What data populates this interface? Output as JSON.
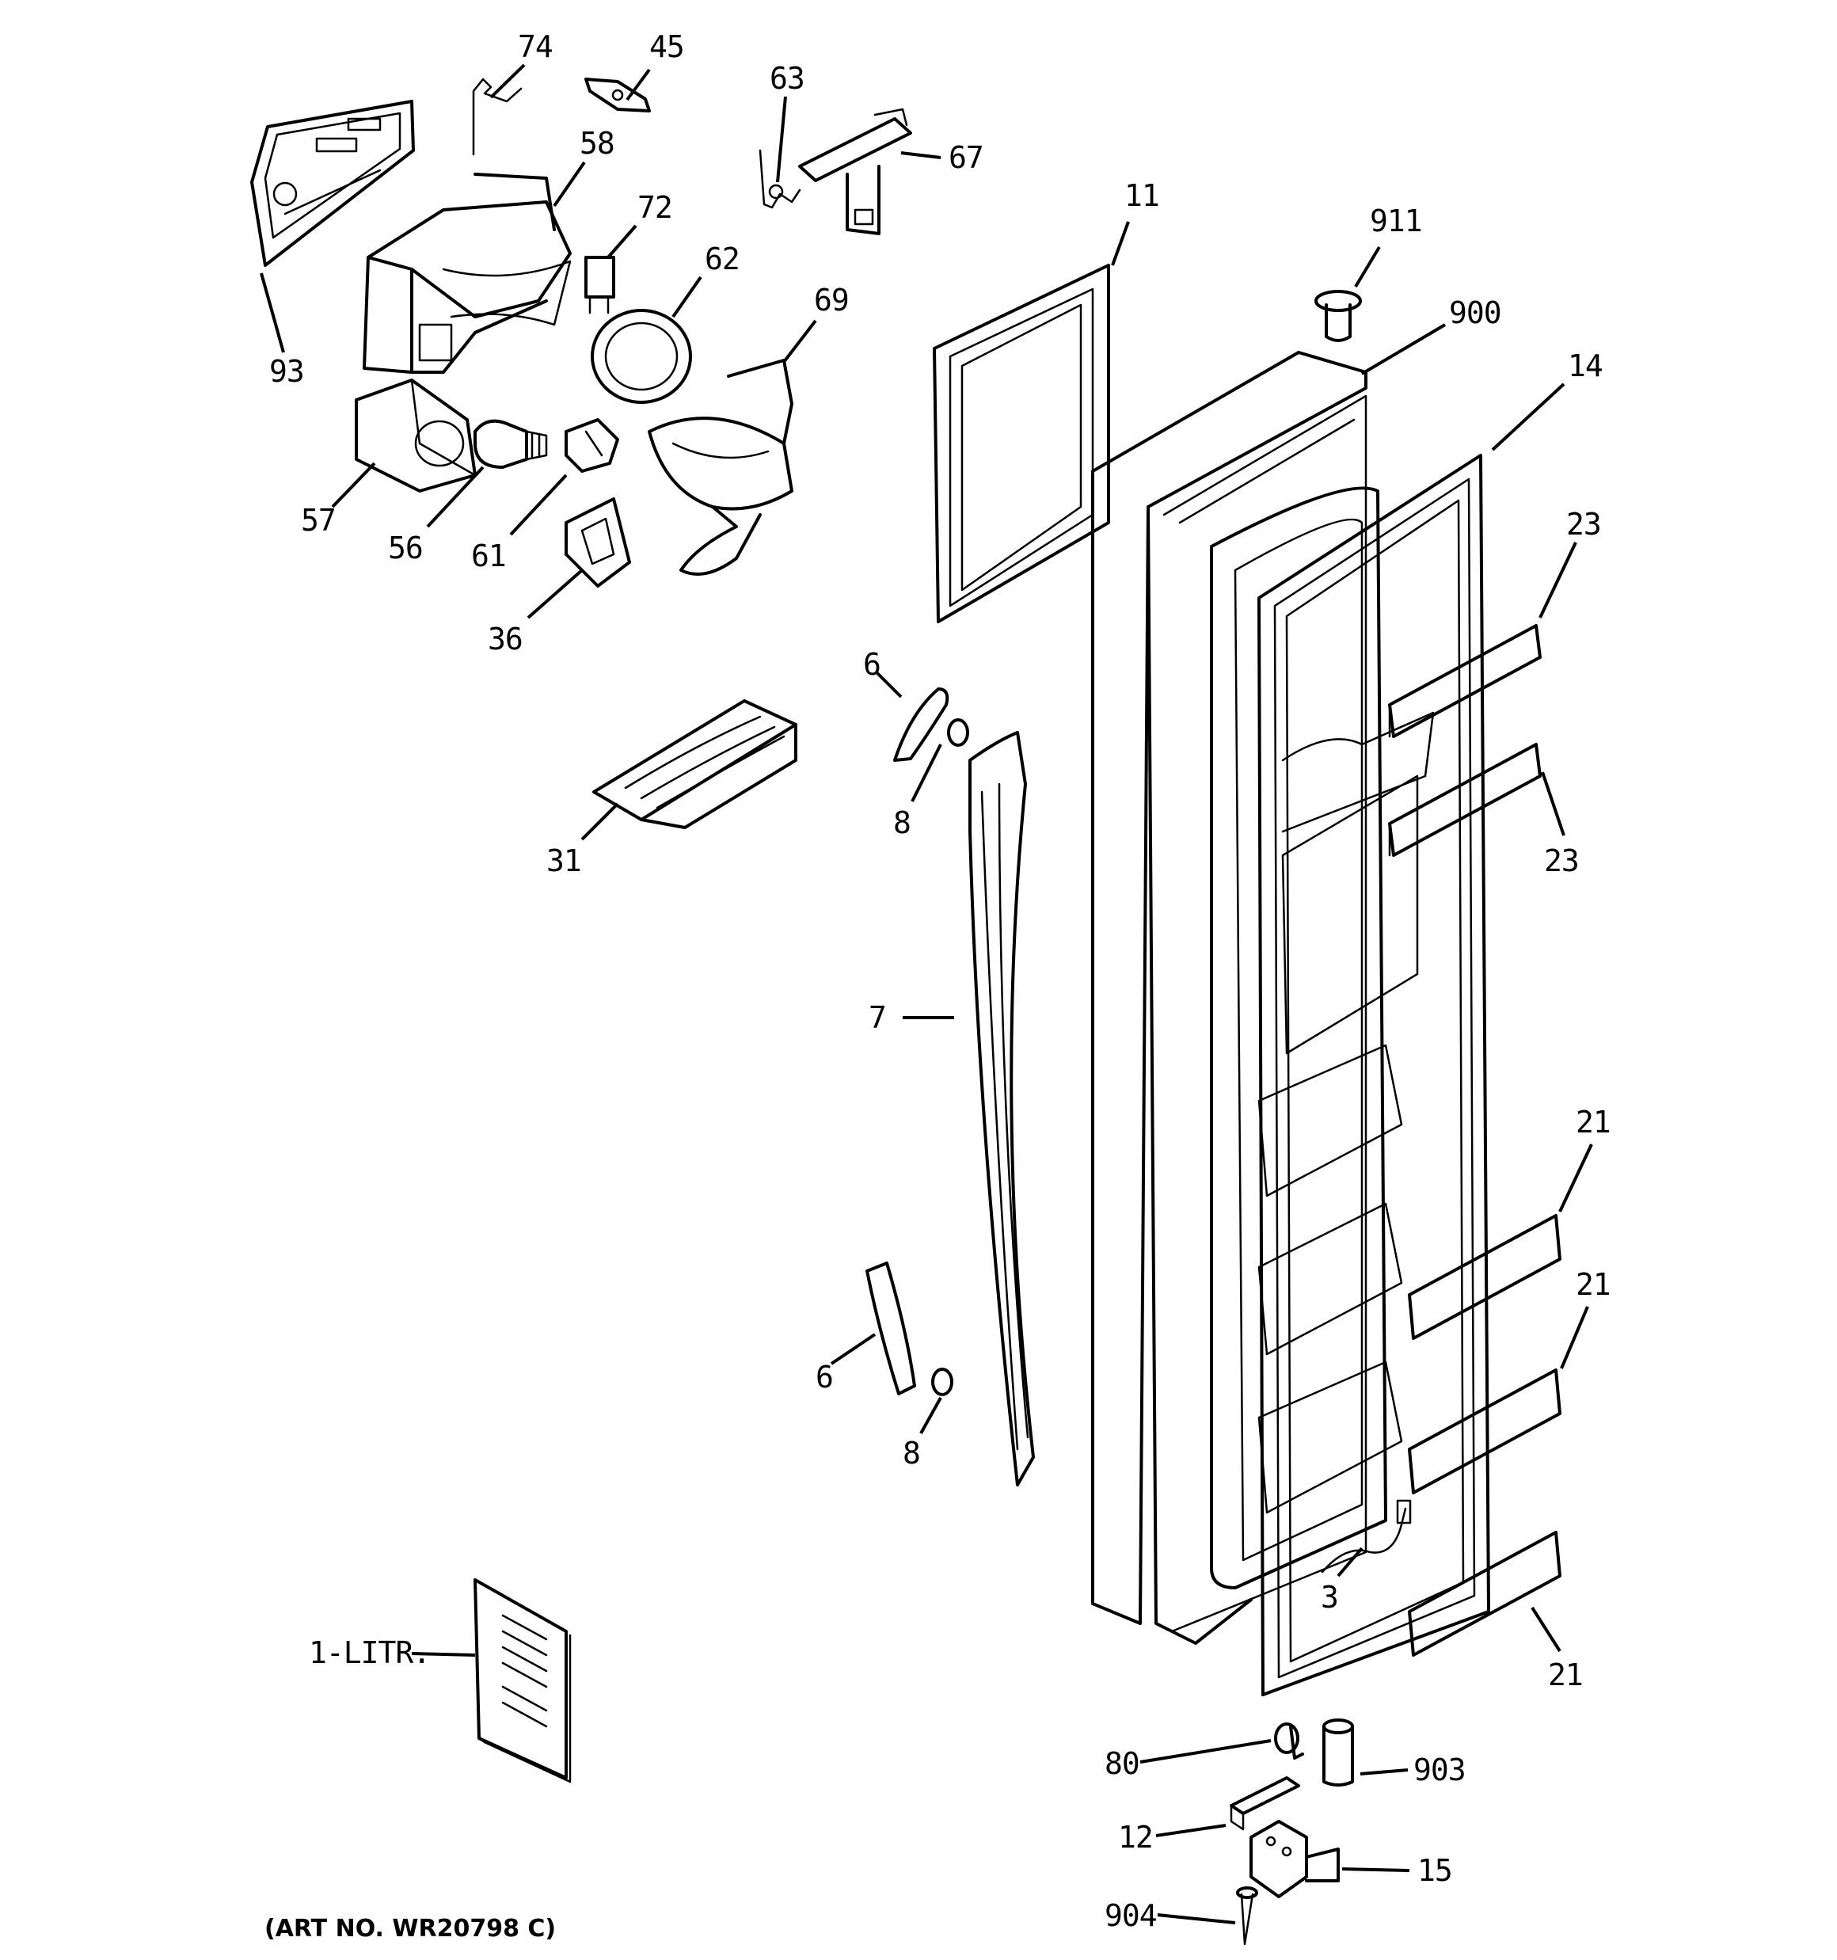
{
  "diagram": {
    "callouts": {
      "c74": "74",
      "c45": "45",
      "c63": "63",
      "c67": "67",
      "c58": "58",
      "c72": "72",
      "c62": "62",
      "c69": "69",
      "c93": "93",
      "c57": "57",
      "c56": "56",
      "c61": "61",
      "c36": "36",
      "c31": "31",
      "c11": "11",
      "c911": "911",
      "c900": "900",
      "c14": "14",
      "c23a": "23",
      "c23b": "23",
      "c6a": "6",
      "c8a": "8",
      "c7": "7",
      "c6b": "6",
      "c8b": "8",
      "c21a": "21",
      "c21b": "21",
      "c21c": "21",
      "c3": "3",
      "c1litr": "1-LITR.",
      "c80": "80",
      "c903": "903",
      "c12": "12",
      "c15": "15",
      "c904": "904"
    },
    "art_number": "(ART NO. WR20798 C)"
  }
}
